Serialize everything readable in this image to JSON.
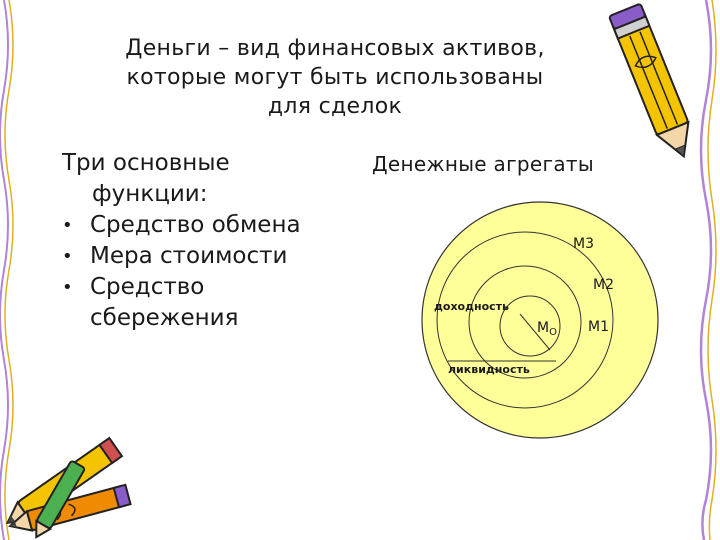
{
  "slide": {
    "title_lines": [
      "Деньги – вид финансовых активов,",
      "которые могут быть использованы",
      "для сделок"
    ],
    "functions": {
      "heading": "Три основные",
      "heading_cont": "функции:",
      "items": [
        {
          "text": "Средство обмена"
        },
        {
          "text": "Мера стоимости"
        },
        {
          "text": "Средство",
          "cont": "сбережения"
        }
      ],
      "bullet": "•"
    },
    "aggregates": {
      "heading": "Денежные агрегаты",
      "labels": {
        "m3": "М3",
        "m2": "М2",
        "m1": "М1",
        "m0": "М",
        "m0_sub": "O",
        "yield": "доходность",
        "liquidity": "ликвидность"
      }
    }
  },
  "colors": {
    "disk_fill": "#ffff99",
    "ring_stroke": "#333333",
    "text": "#1a1a1a",
    "pencil_yellow": "#f5c400",
    "pencil_orange": "#f08a00",
    "wave_purple": "#b084d6",
    "wave_gold": "#e0b020"
  },
  "icons": [
    "pencil-icon",
    "pencils-icon"
  ]
}
